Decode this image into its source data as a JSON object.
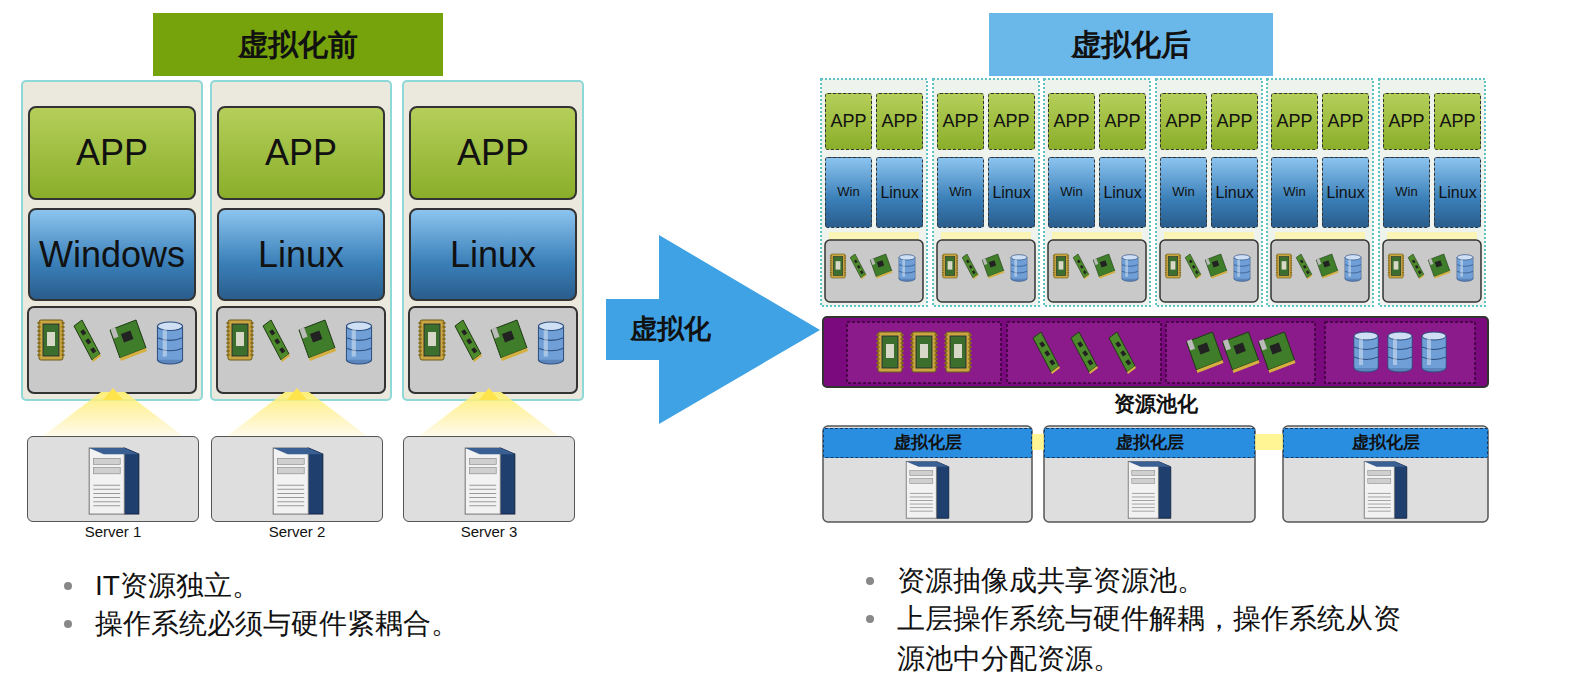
{
  "diagram": {
    "nodes": [
      {
        "text": [
          "虚拟化前"
        ]
      },
      {
        "text": [
          "APP"
        ]
      },
      {
        "text": [
          "Windows"
        ]
      },
      {
        "text": [
          "APP"
        ]
      },
      {
        "text": [
          "Linux"
        ]
      },
      {
        "text": [
          "APP"
        ]
      },
      {
        "text": [
          "Linux"
        ]
      },
      {
        "text": [
          "Server 1"
        ]
      },
      {
        "text": [
          "Server 2"
        ]
      },
      {
        "text": [
          "Server 3"
        ]
      },
      {
        "text": [
          "虚拟化"
        ]
      },
      {
        "text": [
          "虚拟化后"
        ]
      },
      {
        "text": [
          "APP"
        ]
      },
      {
        "text": [
          "APP"
        ]
      },
      {
        "text": [
          "Win"
        ]
      },
      {
        "text": [
          "Linux"
        ]
      },
      {
        "text": [
          "APP"
        ]
      },
      {
        "text": [
          "APP"
        ]
      },
      {
        "text": [
          "Win"
        ]
      },
      {
        "text": [
          "Linux"
        ]
      },
      {
        "text": [
          "APP"
        ]
      },
      {
        "text": [
          "APP"
        ]
      },
      {
        "text": [
          "Win"
        ]
      },
      {
        "text": [
          "Linux"
        ]
      },
      {
        "text": [
          "APP"
        ]
      },
      {
        "text": [
          "APP"
        ]
      },
      {
        "text": [
          "Win"
        ]
      },
      {
        "text": [
          "Linux"
        ]
      },
      {
        "text": [
          "APP"
        ]
      },
      {
        "text": [
          "APP"
        ]
      },
      {
        "text": [
          "Win"
        ]
      },
      {
        "text": [
          "Linux"
        ]
      },
      {
        "text": [
          "APP"
        ]
      },
      {
        "text": [
          "APP"
        ]
      },
      {
        "text": [
          "Win"
        ]
      },
      {
        "text": [
          "Linux"
        ]
      },
      {
        "text": [
          "资源池化"
        ]
      },
      {
        "text": [
          "虚拟化层"
        ]
      },
      {
        "text": [
          "虚拟化层"
        ]
      },
      {
        "text": [
          "虚拟化层"
        ]
      }
    ],
    "labels": [
      "IT资源独立。",
      "操作系统必须与硬件紧耦合。",
      "资源抽像成共享资源池。",
      "上层操作系统与硬件解耦，操作系统从资源池中分配资源。"
    ]
  }
}
